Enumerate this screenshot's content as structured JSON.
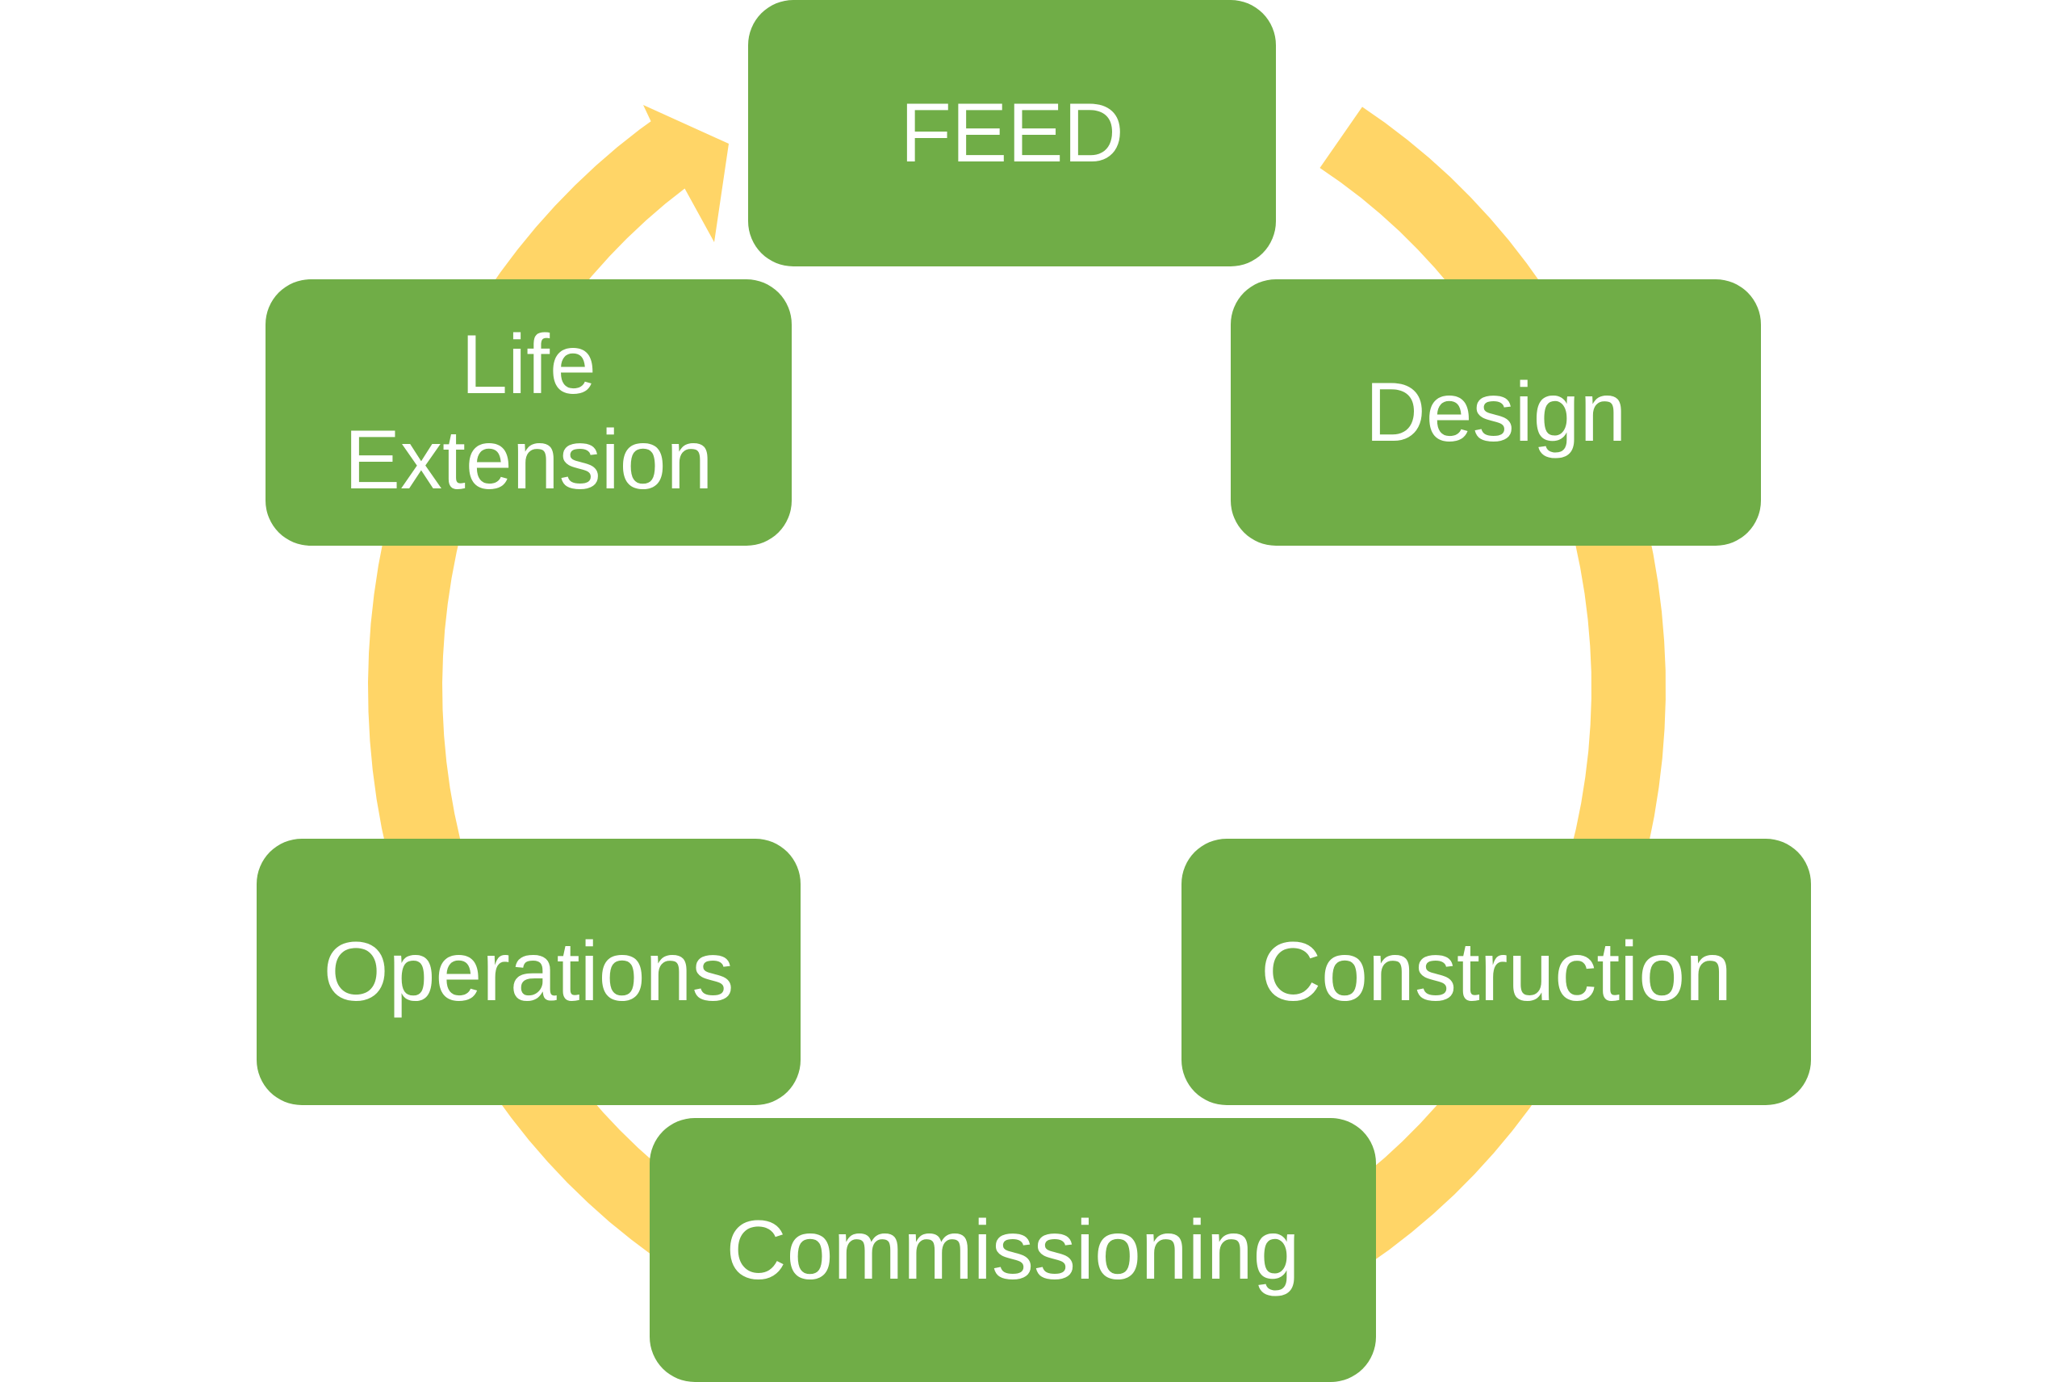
{
  "colors": {
    "ring": "#FFD567",
    "box": "#70AD47",
    "text": "#FFFFFF"
  },
  "stages": [
    {
      "id": "feed",
      "label": "FEED"
    },
    {
      "id": "design",
      "label": "Design"
    },
    {
      "id": "construction",
      "label": "Construction"
    },
    {
      "id": "commissioning",
      "label": "Commissioning"
    },
    {
      "id": "operations",
      "label": "Operations"
    },
    {
      "id": "life-extension",
      "label": "Life\nExtension"
    }
  ]
}
